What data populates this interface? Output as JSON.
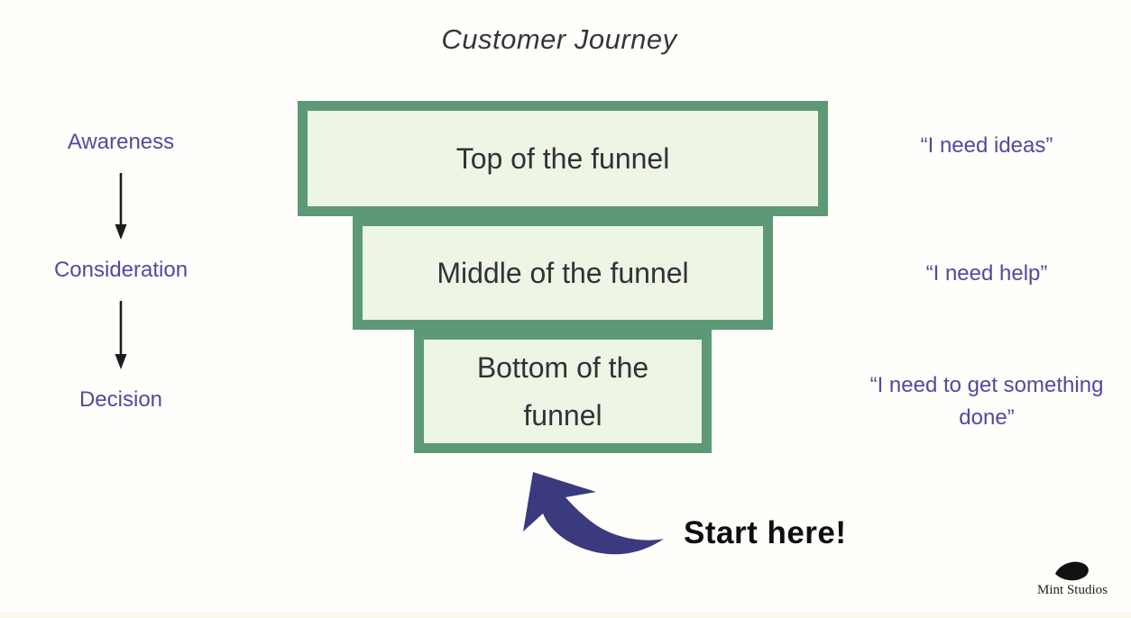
{
  "title": "Customer Journey",
  "stages": [
    {
      "label": "Awareness"
    },
    {
      "label": "Consideration"
    },
    {
      "label": "Decision"
    }
  ],
  "funnel": [
    {
      "label": "Top of the funnel",
      "quote": "“I need ideas”"
    },
    {
      "label": "Middle of the funnel",
      "quote": "“I need help”"
    },
    {
      "label": "Bottom of the funnel",
      "quote": "“I need to get something done”"
    }
  ],
  "annotation": {
    "start_label": "Start here!"
  },
  "brand": {
    "name": "Mint Studios"
  },
  "icons": {
    "stage_connector": "down-arrow",
    "start_pointer": "curved-arrow-up-left",
    "brand_mark": "leaf"
  },
  "colors": {
    "background": "#fffefb",
    "funnel_border": "#5d9877",
    "funnel_fill": "#edf5e4",
    "funnel_text": "#2f3337",
    "stage_text": "#504a9f",
    "quote_text": "#504a9f",
    "connector_arrow": "#1c1c1c",
    "swoosh_arrow": "#3b3a7e",
    "title_text": "#33373a",
    "start_text": "#0e0e0e",
    "brand_text": "#1f1f1f"
  }
}
